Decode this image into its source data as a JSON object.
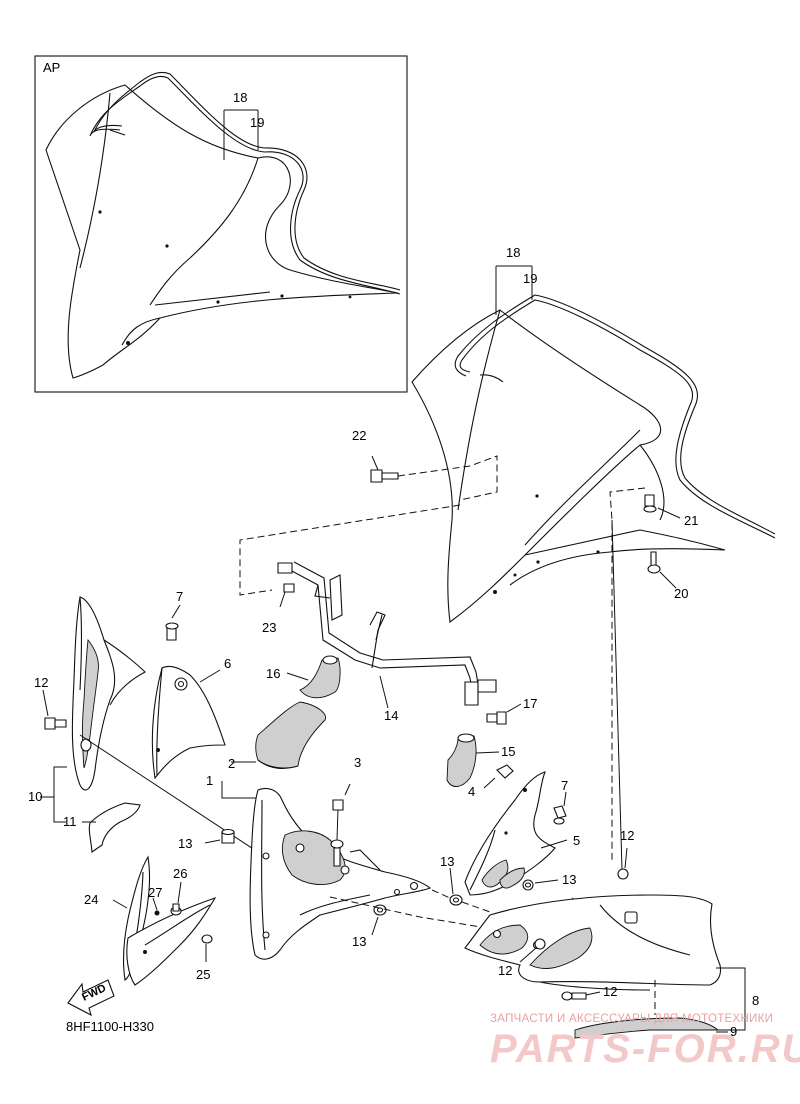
{
  "diagram": {
    "inset_label": "AP",
    "diagram_code": "8HF1100-H330",
    "fwd_label": "FWD",
    "watermark": {
      "tagline": "ЗАПЧАСТИ И АКСЕССУАРЫ ДЛЯ МОТОТЕХНИКИ",
      "brand": "PARTS-FOR.RU"
    },
    "part_numbers": {
      "p1": "1",
      "p2": "2",
      "p3": "3",
      "p4": "4",
      "p5": "5",
      "p6": "6",
      "p7a": "7",
      "p7b": "7",
      "p8": "8",
      "p9": "9",
      "p10": "10",
      "p11": "11",
      "p12a": "12",
      "p12b": "12",
      "p12c": "12",
      "p12d": "12",
      "p13a": "13",
      "p13b": "13",
      "p13c": "13",
      "p13d": "13",
      "p14": "14",
      "p15": "15",
      "p16": "16",
      "p17": "17",
      "p18a": "18",
      "p19a": "19",
      "p18b": "18",
      "p19b": "19",
      "p20": "20",
      "p21": "21",
      "p22": "22",
      "p23": "23",
      "p24": "24",
      "p25": "25",
      "p26": "26",
      "p27": "27"
    }
  }
}
